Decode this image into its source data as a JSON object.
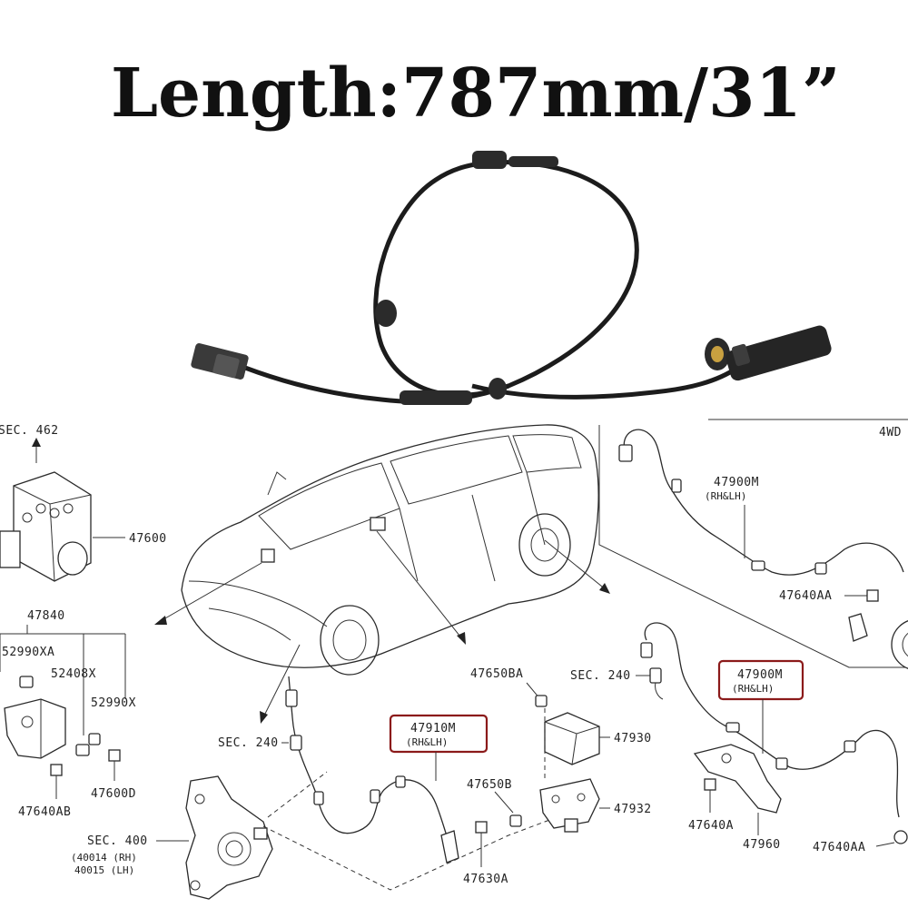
{
  "headline": "Length:787mm/31”",
  "colors": {
    "highlight_box": "#8b1a1a",
    "cable": "#1c1c1c",
    "sensor_tip": "#c8a040"
  },
  "icons": [
    "abs-sensor-cable",
    "abs-actuator-unit",
    "car-outline",
    "steering-knuckle",
    "yaw-rate-sensor",
    "bracket",
    "bolt",
    "nut"
  ],
  "labels": {
    "sec462": "SEC. 462",
    "p47600": "47600",
    "p47840": "47840",
    "p52990xa": "52990XA",
    "p52408x": "52408X",
    "p52990x": "52990X",
    "p47600d": "47600D",
    "p47640ab": "47640AB",
    "sec240_left": "SEC. 240",
    "sec400": "SEC. 400",
    "p40014": "(40014 (RH)",
    "p40015": "40015 (LH)",
    "p47910m": "47910M",
    "p47910m_sub": "(RH&LH)",
    "p47630a": "47630A",
    "p47650ba": "47650BA",
    "p47930": "47930",
    "p47650b": "47650B",
    "p47932": "47932",
    "sec240_mid": "SEC. 240",
    "p47900m_mid": "47900M",
    "p47900m_mid_sub": "(RH&LH)",
    "p47640a": "47640A",
    "p47960": "47960",
    "p47640aa_bottom": "47640AA",
    "p4wd": "4WD",
    "p47900m_top": "47900M",
    "p47900m_top_sub": "(RH&LH)",
    "p47640aa_top": "47640AA"
  }
}
